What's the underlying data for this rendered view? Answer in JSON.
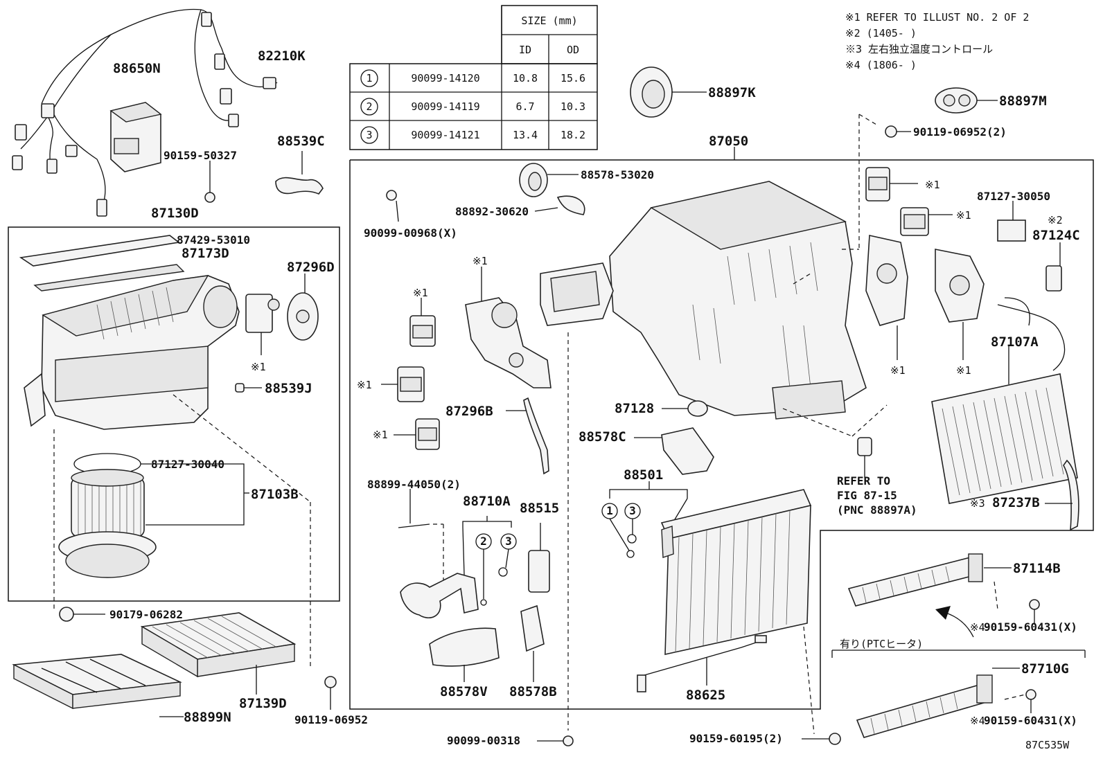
{
  "notes": [
    "※1 REFER TO ILLUST NO. 2 OF 2",
    "※2 (1405-        )",
    "※3 左右独立温度コントロール",
    "※4 (1806-        )"
  ],
  "size_table": {
    "title": "SIZE (mm)",
    "col_id": "ID",
    "col_od": "OD",
    "rows": [
      {
        "mark": "1",
        "part": "90099-14120",
        "id": "10.8",
        "od": "15.6"
      },
      {
        "mark": "2",
        "part": "90099-14119",
        "id": "6.7",
        "od": "10.3"
      },
      {
        "mark": "3",
        "part": "90099-14121",
        "id": "13.4",
        "od": "18.2"
      }
    ]
  },
  "labels": {
    "p88650N": "88650N",
    "p82210K": "82210K",
    "p88539C": "88539C",
    "p90159_50327": "90159-50327",
    "p87130D": "87130D",
    "p87429": "87429-53010",
    "p87173D": "87173D",
    "p87296D": "87296D",
    "p88539J": "88539J",
    "p87127_30040": "87127-30040",
    "p87103B": "87103B",
    "p90179": "90179-06282",
    "p88899N": "88899N",
    "p87139D": "87139D",
    "p90119_06952": "90119-06952",
    "p88578_53020": "88578-53020",
    "p88892": "88892-30620",
    "p90099_00968": "90099-00968(X)",
    "p87296B": "87296B",
    "p88899_44050": "88899-44050(2)",
    "p88710A": "88710A",
    "p88515": "88515",
    "p88578V": "88578V",
    "p88578B": "88578B",
    "p90099_00318": "90099-00318",
    "p88897K": "88897K",
    "p87050": "87050",
    "p87128": "87128",
    "p88578C": "88578C",
    "p88501": "88501",
    "p88625": "88625",
    "p90159_60195": "90159-60195(2)",
    "p88897M": "88897M",
    "p90119_06952_2": "90119-06952(2)",
    "p87127_30050": "87127-30050",
    "p87124C": "87124C",
    "p87107A": "87107A",
    "p87237B": "87237B",
    "p87114B": "87114B",
    "p90159_60431a": "90159-60431(X)",
    "p87710G": "87710G",
    "p90159_60431b": "90159-60431(X)",
    "refer1": "REFER TO",
    "refer2": "FIG 87-15",
    "refer3": "(PNC 88897A)",
    "ptc": "有り(PTCヒータ)",
    "code": "87C535W",
    "m1": "※1",
    "m2": "※2",
    "m3": "※3",
    "m4": "※4",
    "c1": "1",
    "c2": "2",
    "c3": "3"
  }
}
